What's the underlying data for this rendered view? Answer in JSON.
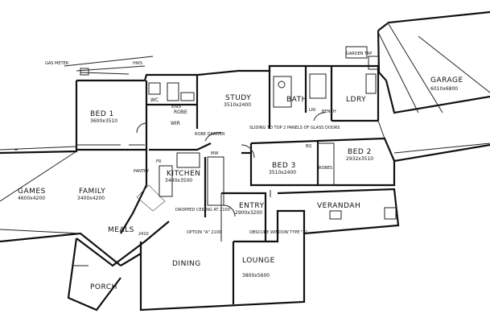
{
  "rooms": {
    "bed1": {
      "name": "BED 1",
      "size": "3600x3510"
    },
    "study": {
      "name": "STUDY",
      "size": "3510x2400"
    },
    "bath": {
      "name": "BATH"
    },
    "ldry": {
      "name": "LDRY"
    },
    "garage": {
      "name": "GARAGE",
      "size": "6010x6800"
    },
    "bed2": {
      "name": "BED 2",
      "size": "2932x3510"
    },
    "bed3": {
      "name": "BED 3",
      "size": "3510x2400"
    },
    "kitchen": {
      "name": "KITCHEN",
      "size": "3400x3500"
    },
    "games": {
      "name": "GAMES",
      "size": "4600x4200"
    },
    "family": {
      "name": "FAMILY",
      "size": "3400x4200"
    },
    "meals": {
      "name": "MEALS"
    },
    "entry": {
      "name": "ENTRY",
      "size": "2900x3200"
    },
    "verandah": {
      "name": "VERANDAH"
    },
    "dining": {
      "name": "DINING"
    },
    "lounge": {
      "name": "LOUNGE",
      "size": "3800x5600"
    },
    "porch": {
      "name": "PORCH"
    },
    "ens": {
      "name": "ENS"
    },
    "wc": {
      "name": "WC"
    },
    "wir": {
      "name": "WIR"
    },
    "robe": {
      "name": "ROBE"
    }
  },
  "notes": {
    "gas_meter": "GAS METER",
    "hws": "HWS",
    "garden_tap": "GARDEN TAP",
    "sliding_doors": "SLIDING TO TOP 2 PANELS OF GLASS DOORS",
    "dropped_ceiling": "DROPPED CEILING AT 2100",
    "robe_drawer": "ROBE DRAWER",
    "option_a": "OPTION \"A\" 2100",
    "obscure_window": "OBSCURE WINDOW TYPE \"A\"",
    "pantry": "PANTRY",
    "linen": "LIN",
    "mw": "MW",
    "fridge": "FR",
    "bq": "BQ",
    "robes": "ROBES",
    "bench": "BENCH",
    "ref": "2410"
  }
}
